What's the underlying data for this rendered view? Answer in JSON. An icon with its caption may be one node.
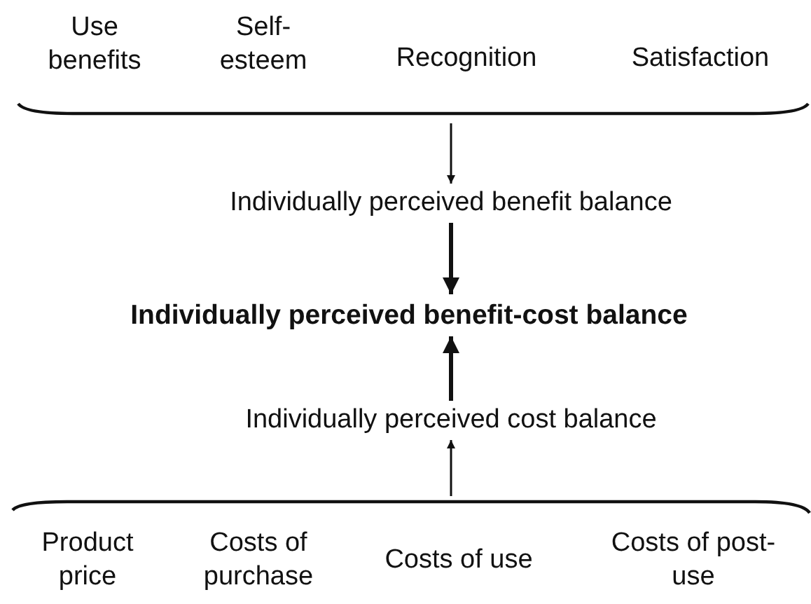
{
  "diagram": {
    "nodes": [
      {
        "text": [
          "Use benefits"
        ]
      },
      {
        "text": [
          "Self-esteem"
        ]
      },
      {
        "text": [
          "Recognition"
        ]
      },
      {
        "text": [
          "Satisfaction"
        ]
      },
      {
        "text": [],
        "shape": "bracket"
      },
      {
        "text": [
          "Individually perceived benefit balance"
        ]
      },
      {
        "text": [
          "Individually perceived benefit-cost balance"
        ]
      },
      {
        "text": [
          "Individually perceived cost balance"
        ]
      },
      {
        "text": [],
        "shape": "bracket"
      },
      {
        "text": [
          "Product price"
        ]
      },
      {
        "text": [
          "Costs of purchase"
        ]
      },
      {
        "text": [
          "Costs of use"
        ]
      },
      {
        "text": [
          "Costs of post-use"
        ]
      }
    ],
    "edges": [
      {
        "from": 4,
        "to": 5,
        "arrow": "to"
      },
      {
        "from": 5,
        "to": 6,
        "arrow": "to",
        "style": "thick"
      },
      {
        "from": 8,
        "to": 7,
        "arrow": "to"
      },
      {
        "from": 7,
        "to": 6,
        "arrow": "to",
        "style": "thick"
      }
    ]
  }
}
